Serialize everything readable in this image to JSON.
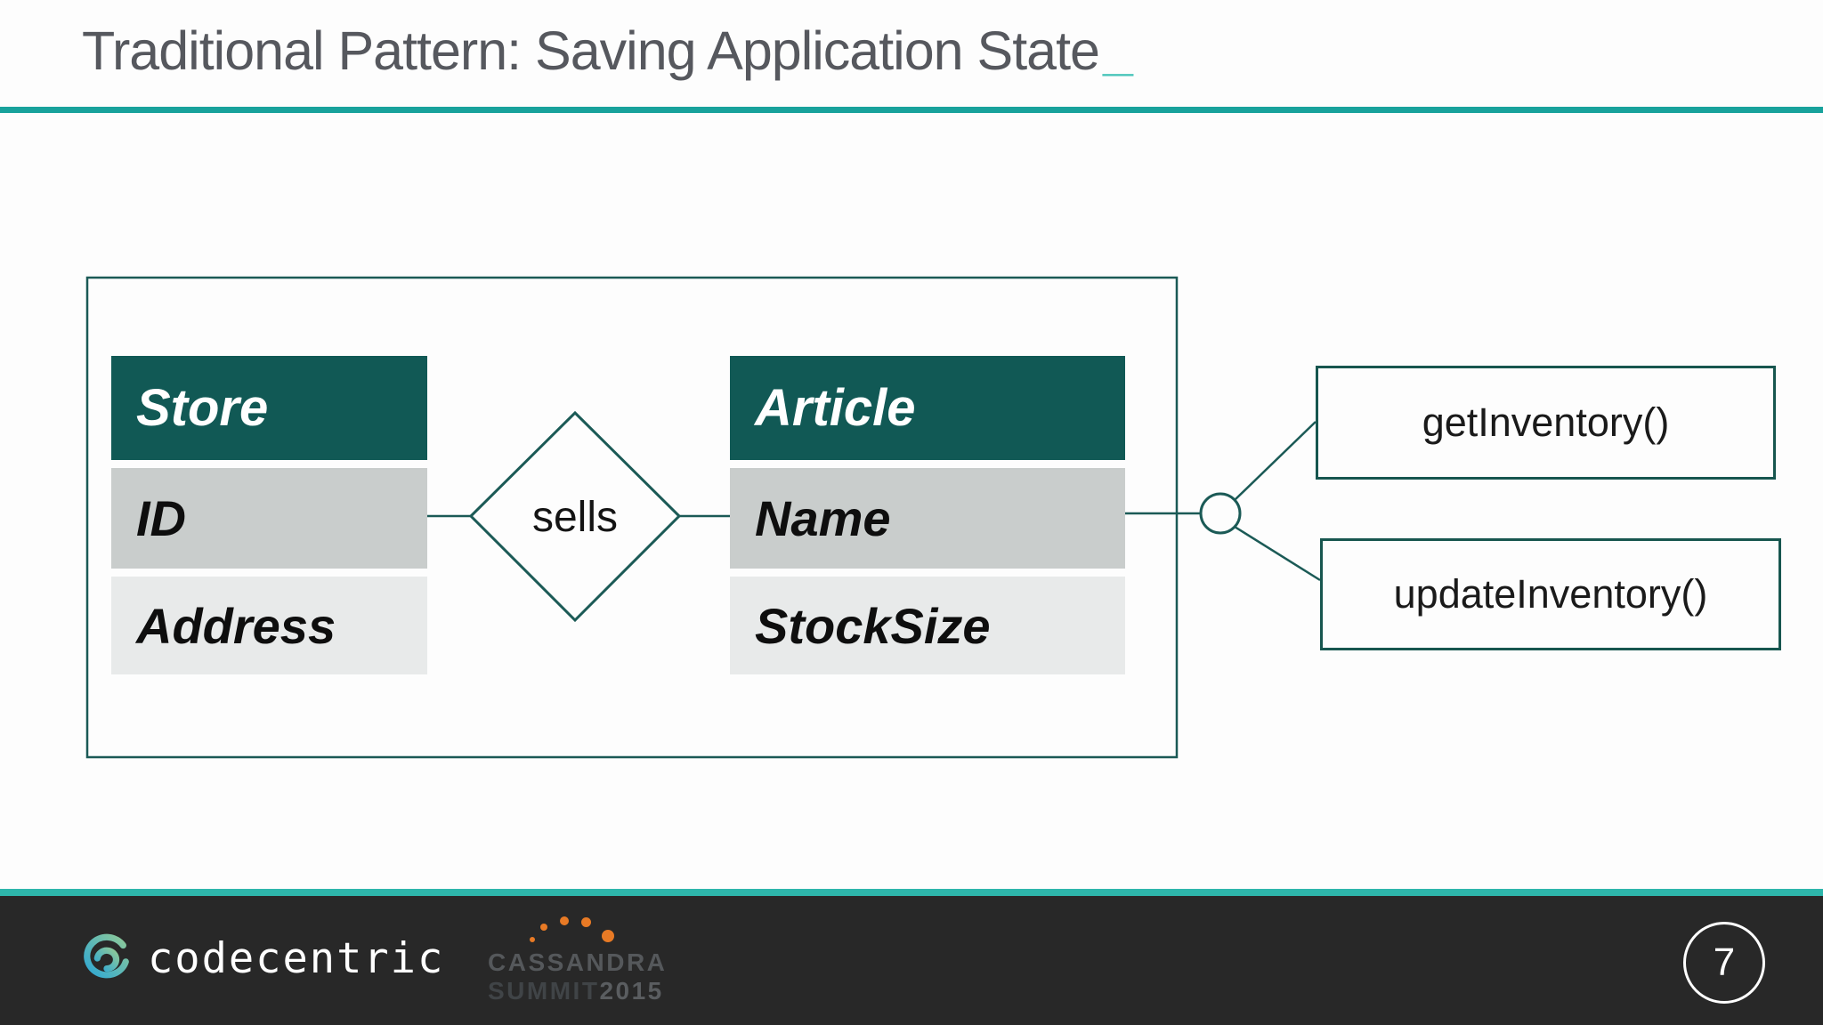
{
  "slide": {
    "title": "Traditional Pattern: Saving Application State",
    "title_cursor": "_"
  },
  "diagram": {
    "store": {
      "title": "Store",
      "attributes": [
        "ID",
        "Address"
      ]
    },
    "article": {
      "title": "Article",
      "attributes": [
        "Name",
        "StockSize"
      ]
    },
    "relationship_label": "sells",
    "methods": [
      "getInventory()",
      "updateInventory()"
    ]
  },
  "footer": {
    "brand": "codecentric",
    "conference_line1": "CASSANDRA",
    "conference_summit": "SUMMIT",
    "conference_year": "2015",
    "page_number": "7"
  },
  "colors": {
    "accent_teal": "#18a29c",
    "accent_teal_light": "#4ac5ba",
    "footer_accent_teal": "#2eb6ab",
    "entity_header_teal": "#115955",
    "diagram_line_teal": "#1b5a56",
    "row_medium_gray": "#c9cdcc",
    "row_light_gray": "#e8eaea",
    "title_gray": "#56585e",
    "footer_background": "#282828",
    "cassandra_orange": "#e87a25"
  }
}
